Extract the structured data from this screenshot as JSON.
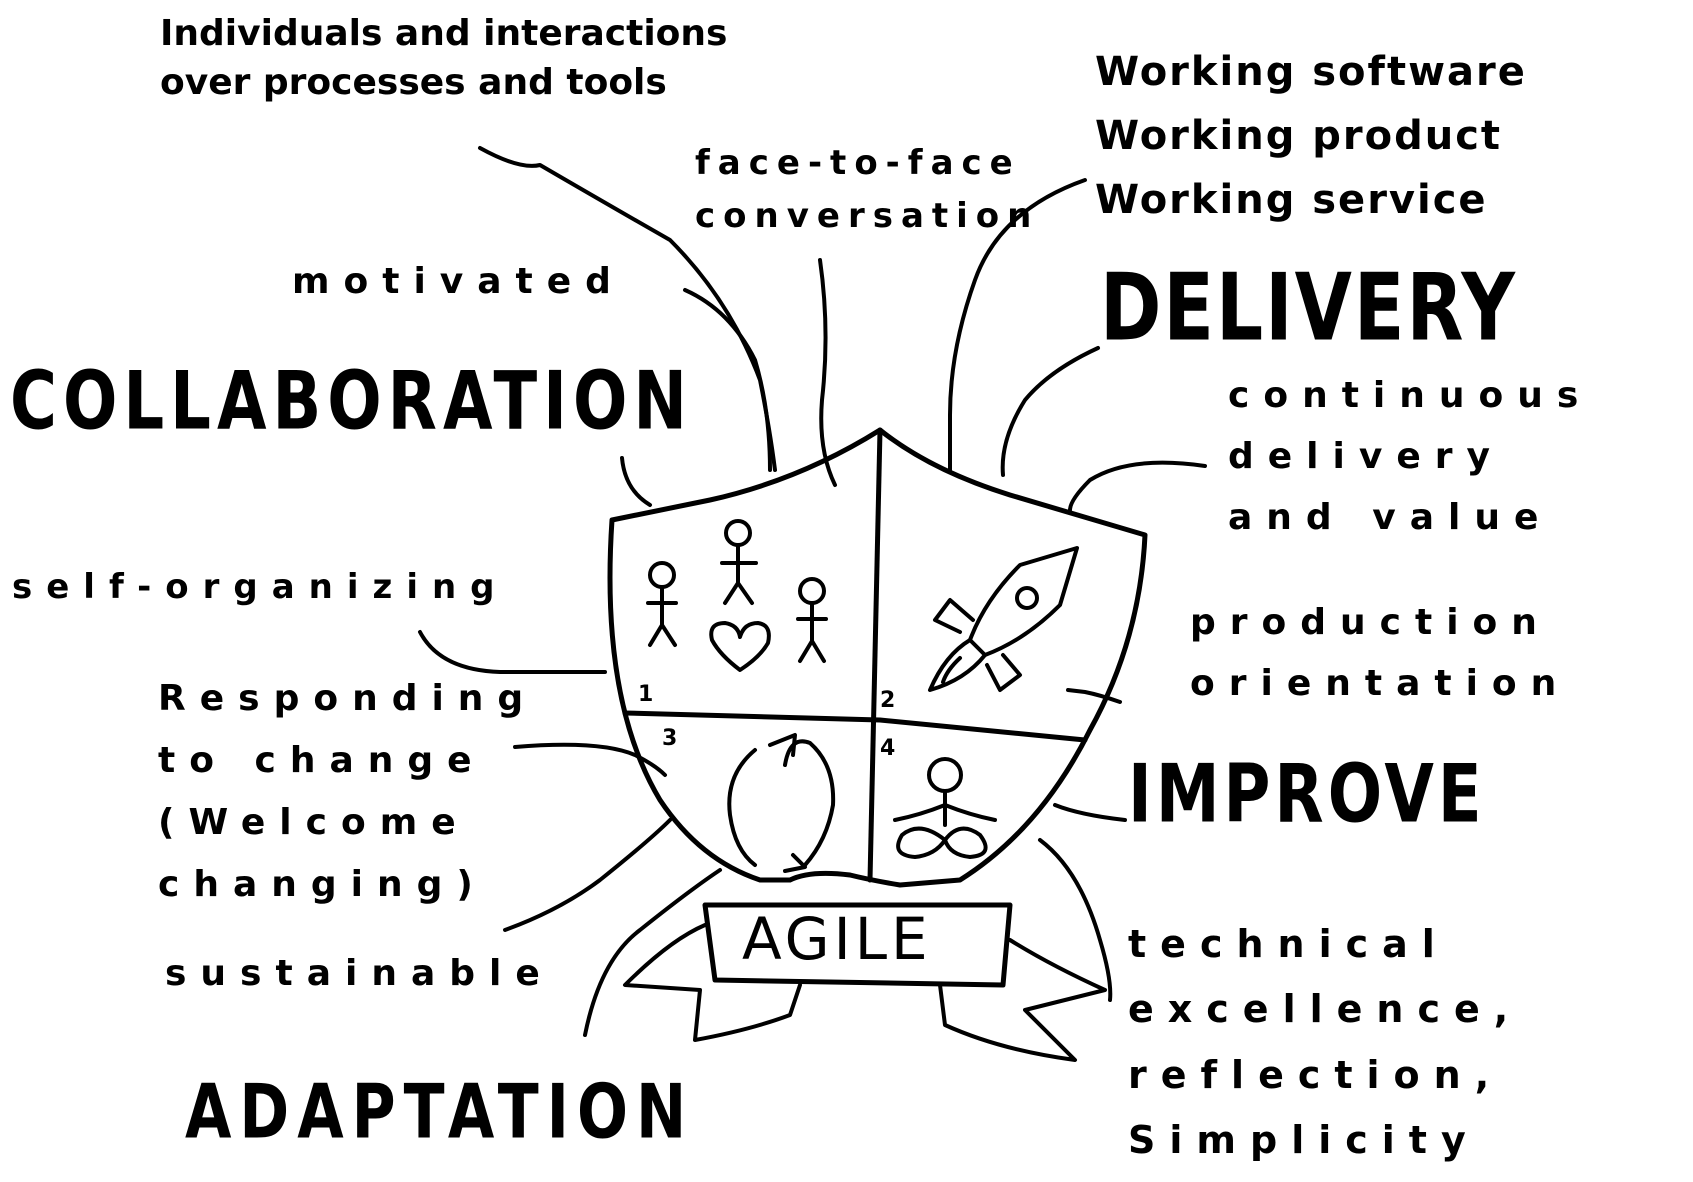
{
  "headings": {
    "collaboration": "COLLABORATION",
    "delivery": "DELIVERY",
    "improve": "IMPROVE",
    "adaptation": "ADAPTATION"
  },
  "notes": {
    "individuals": [
      "Individuals and interactions",
      "over processes and tools"
    ],
    "face_to_face": [
      "face-to-face",
      "conversation"
    ],
    "motivated": "motivated",
    "working": [
      "Working software",
      "Working product",
      "Working service"
    ],
    "continuous": [
      "continuous",
      "delivery",
      "and value"
    ],
    "self_organizing": "self-organizing",
    "production": [
      "production",
      "orientation"
    ],
    "responding": [
      "Responding",
      "to change",
      "(Welcome",
      "changing)"
    ],
    "sustainable": "sustainable",
    "technical": [
      "technical",
      "excellence,",
      "reflection,",
      "Simplicity"
    ]
  },
  "shield": {
    "banner_label": "AGILE",
    "quadrant_numbers": [
      "1",
      "2",
      "3",
      "4"
    ],
    "quadrant_icons": [
      "people-heart-icon",
      "rocket-icon",
      "cycle-arrows-icon",
      "meditating-person-icon"
    ]
  },
  "colors": {
    "ink": "#000000",
    "paper": "#ffffff"
  }
}
